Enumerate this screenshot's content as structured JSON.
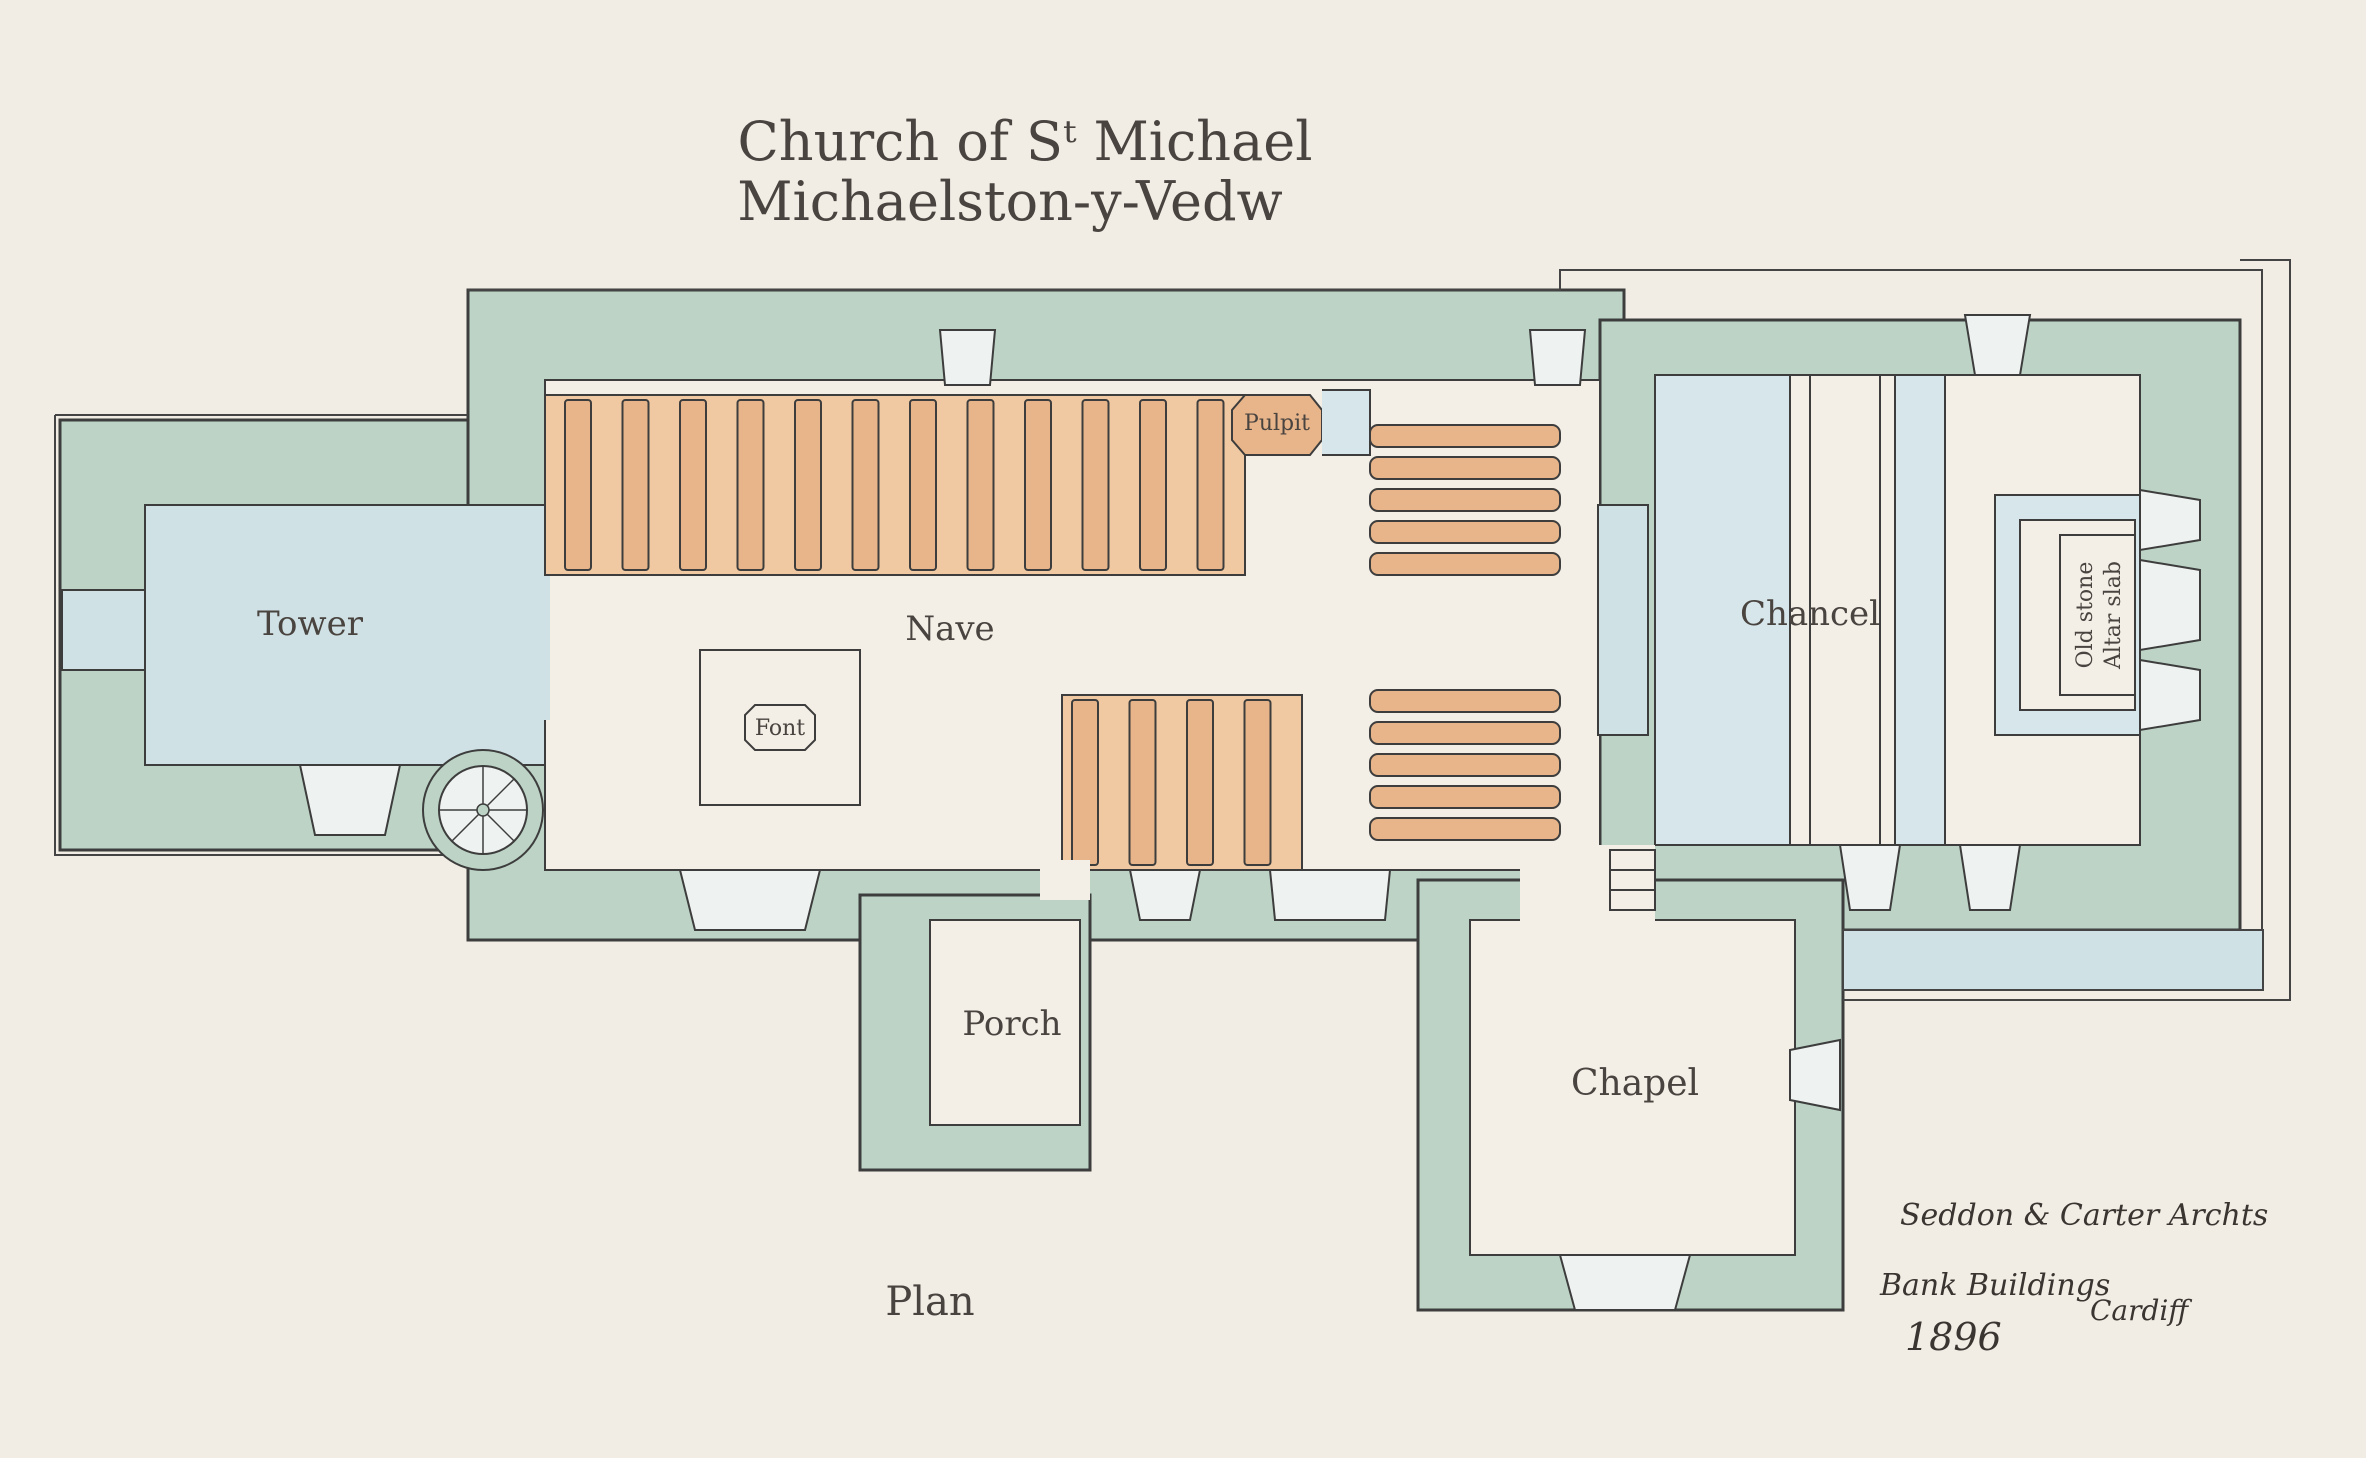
{
  "title": {
    "line1": "Church of Sᵗ Michael",
    "line2": "Michaelston-y-Vedw"
  },
  "rooms": {
    "tower": "Tower",
    "nave": "Nave",
    "font": "Font",
    "pulpit": "Pulpit",
    "chancel": "Chancel",
    "altar_line1": "Old stone",
    "altar_line2": "Altar slab",
    "porch": "Porch",
    "chapel": "Chapel"
  },
  "caption": "Plan",
  "signature": {
    "line1": "Seddon & Carter Archts",
    "line2": "Bank Buildings",
    "line3": "Cardiff",
    "year": "1896"
  },
  "colors": {
    "paper": "#f1ede4",
    "wall": "#bcd3c6",
    "interior_blue": "#cfe1e4",
    "pew": "#e8b58a",
    "ink": "#3a3530"
  }
}
